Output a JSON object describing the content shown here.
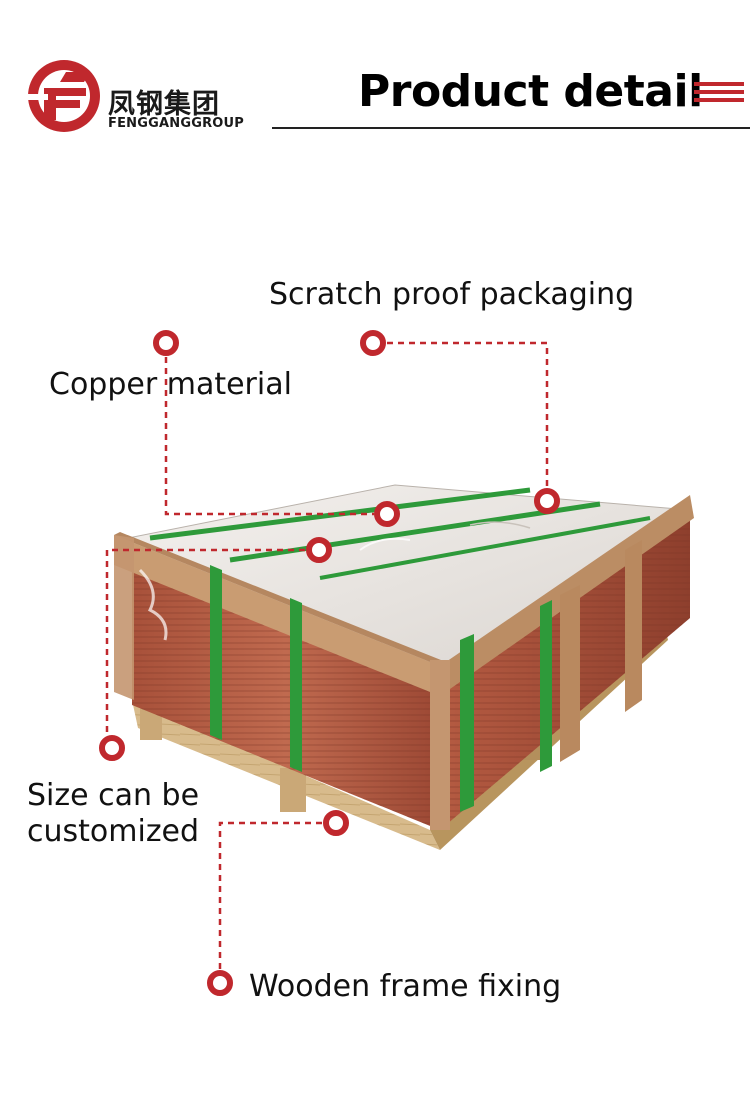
{
  "header": {
    "logo_cn": "凤钢集团",
    "logo_en": "FENGGANGGROUP",
    "title": "Product detail"
  },
  "callouts": {
    "scratch": "Scratch proof packaging",
    "copper": "Copper material",
    "size_line1": "Size can be",
    "size_line2": "customized",
    "wood": "Wooden frame fixing"
  },
  "colors": {
    "accent": "#c0282d",
    "copper": "#b5563c",
    "cardboard": "#c99c72",
    "strap": "#2e9a3a",
    "wood": "#d6b98a"
  },
  "icons": {
    "logo": "fenggang-logo-icon",
    "marker": "red-ring-marker-icon"
  }
}
